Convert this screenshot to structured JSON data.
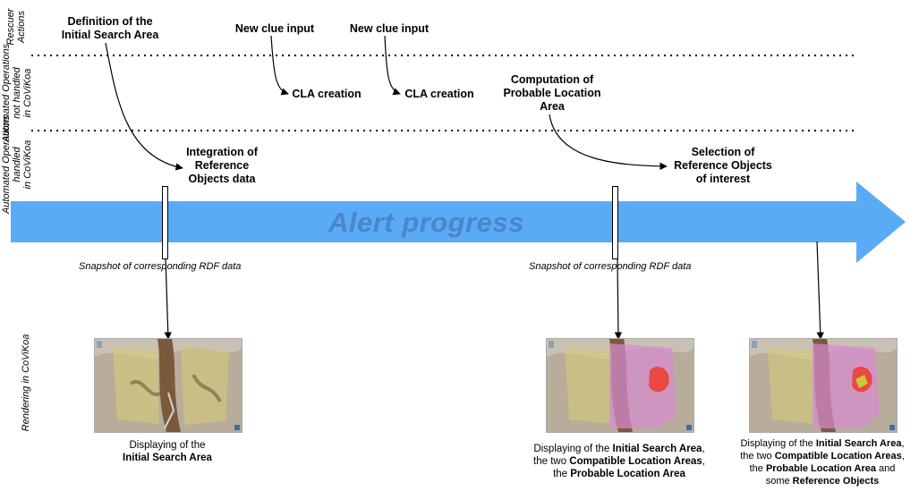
{
  "lanes": {
    "rescuer": "Rescuer\nActions",
    "not_handled": "Automated Operations\nnot handled\nin CoViKoa",
    "handled": "Automated Operations\nhandled\nin CoViKoa",
    "rendering": "Rendering in CoViKoa"
  },
  "steps": {
    "definition_isa": "Definition of the\nInitial Search Area",
    "new_clue_1": "New clue input",
    "new_clue_2": "New clue input",
    "cla_1": "CLA creation",
    "cla_2": "CLA creation",
    "computation_pla": "Computation of\nProbable Location\nArea",
    "integration_ro": "Integration of\nReference\nObjects data",
    "selection_ro": "Selection of\nReference Objects\nof interest"
  },
  "progress_label": "Alert progress",
  "snapshots": {
    "left": "Snapshot of corresponding RDF data",
    "right": "Snapshot of corresponding RDF data"
  },
  "captions": {
    "map1": {
      "line1": "Displaying of the",
      "line2_bold": "Initial Search Area"
    },
    "map2": {
      "p1": "Displaying of the ",
      "b1": "Initial Search Area",
      "p2": ",",
      "p3": "the two ",
      "b2": "Compatible Location Areas",
      "p4": ",",
      "p5": "the ",
      "b3": "Probable Location Area"
    },
    "map3": {
      "p1": "Displaying of the ",
      "b1": "Initial Search Area",
      "p2": ",",
      "p3": "the two ",
      "b2": "Compatible Location Areas",
      "p4": ",",
      "p5": "the ",
      "b3": "Probable Location Area",
      "p6": " and",
      "p7": "some ",
      "b4": "Reference Objects"
    }
  },
  "colors": {
    "progress_arrow": "#5aabf5",
    "progress_text": "#4a86c8",
    "isa_overlay": "#d98ad1",
    "pla_overlay": "#ef3b2c",
    "ro_overlay": "#c9d23a"
  }
}
